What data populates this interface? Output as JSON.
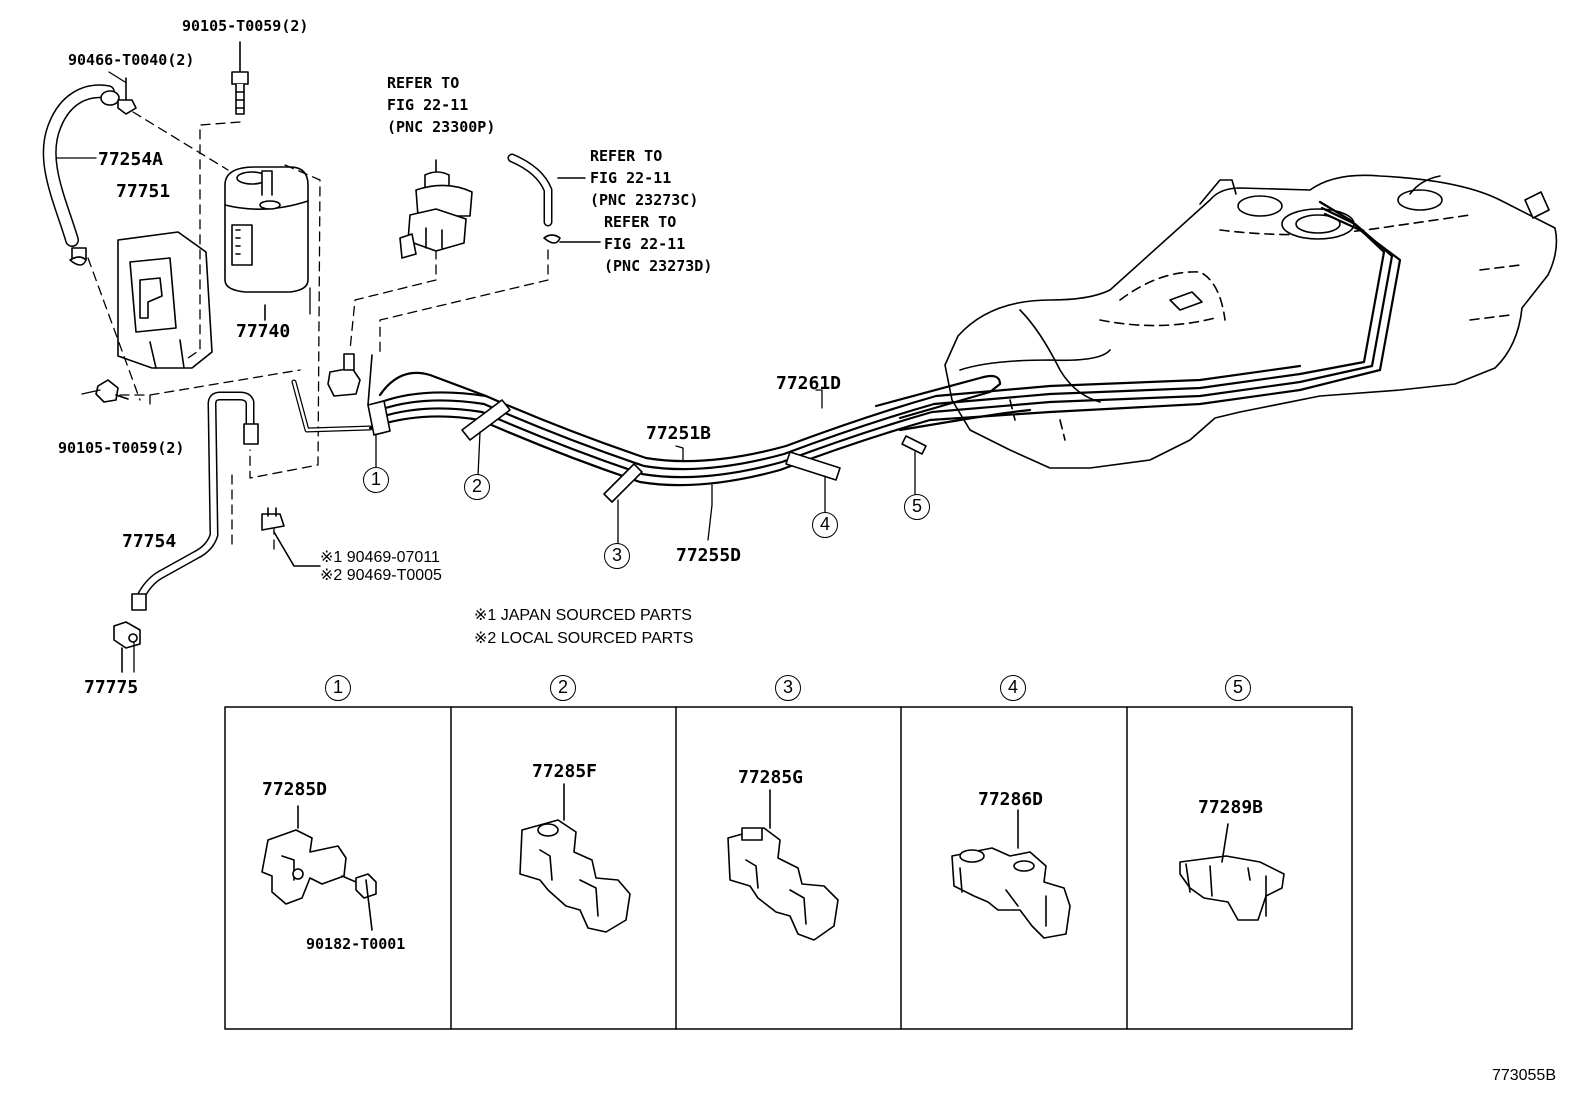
{
  "labels": {
    "bolt_top": "90105-T0059(2)",
    "clip_top": "90466-T0040(2)",
    "hose_77254A": "77254A",
    "bracket_77751": "77751",
    "canister_77740": "77740",
    "bolt_bottom": "90105-T0059(2)",
    "hose_77754": "77754",
    "nut_77775": "77775",
    "clamp_j": "※1 90469-07011",
    "clamp_l": "※2 90469-T0005",
    "tube_77261D": "77261D",
    "tube_77251B": "77251B",
    "tube_77255D": "77255D"
  },
  "refs": {
    "ref1": [
      "REFER TO",
      "FIG 22-11",
      "(PNC 23300P)"
    ],
    "ref2": [
      "REFER TO",
      "FIG 22-11",
      "(PNC 23273C)"
    ],
    "ref3": [
      "REFER TO",
      "FIG 22-11",
      "(PNC 23273D)"
    ]
  },
  "notes": {
    "note1": "※1 JAPAN SOURCED PARTS",
    "note2": "※2 LOCAL SOURCED PARTS"
  },
  "callouts": [
    "1",
    "2",
    "3",
    "4",
    "5"
  ],
  "detail_boxes": [
    {
      "num": "1",
      "part": "77285D",
      "extra": "90182-T0001"
    },
    {
      "num": "2",
      "part": "77285F"
    },
    {
      "num": "3",
      "part": "77285G"
    },
    {
      "num": "4",
      "part": "77286D"
    },
    {
      "num": "5",
      "part": "77289B"
    }
  ],
  "figure_code": "773055B"
}
